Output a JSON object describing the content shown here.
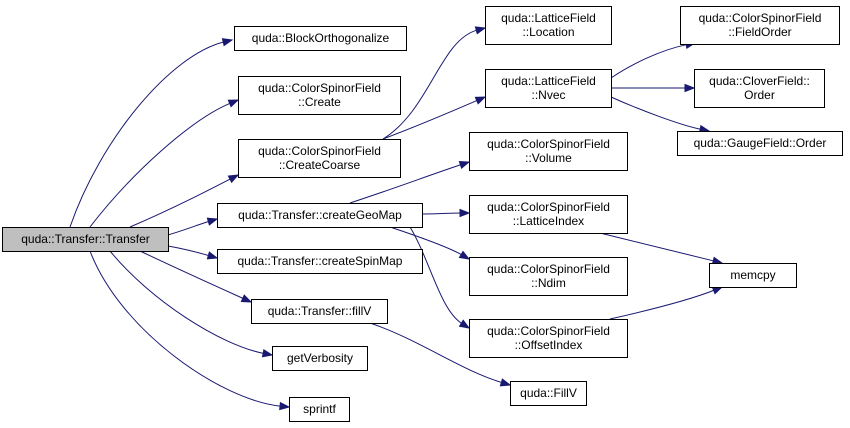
{
  "diagram": {
    "edge_color": "#191970",
    "root_fill": "#bfbfbf",
    "nodes": [
      {
        "id": "transfer",
        "lines": [
          "quda::Transfer::Transfer"
        ],
        "root": true
      },
      {
        "id": "blockortho",
        "lines": [
          "quda::BlockOrthogonalize"
        ]
      },
      {
        "id": "csf_create",
        "lines": [
          "quda::ColorSpinorField",
          "::Create"
        ]
      },
      {
        "id": "csf_createcoarse",
        "lines": [
          "quda::ColorSpinorField",
          "::CreateCoarse"
        ]
      },
      {
        "id": "creategeomap",
        "lines": [
          "quda::Transfer::createGeoMap"
        ]
      },
      {
        "id": "createspinmap",
        "lines": [
          "quda::Transfer::createSpinMap"
        ]
      },
      {
        "id": "fillv",
        "lines": [
          "quda::Transfer::fillV"
        ]
      },
      {
        "id": "getverbosity",
        "lines": [
          "getVerbosity"
        ]
      },
      {
        "id": "sprintf",
        "lines": [
          "sprintf"
        ]
      },
      {
        "id": "lf_location",
        "lines": [
          "quda::LatticeField",
          "::Location"
        ]
      },
      {
        "id": "lf_nvec",
        "lines": [
          "quda::LatticeField",
          "::Nvec"
        ]
      },
      {
        "id": "csf_volume",
        "lines": [
          "quda::ColorSpinorField",
          "::Volume"
        ]
      },
      {
        "id": "csf_latticeindex",
        "lines": [
          "quda::ColorSpinorField",
          "::LatticeIndex"
        ]
      },
      {
        "id": "csf_ndim",
        "lines": [
          "quda::ColorSpinorField",
          "::Ndim"
        ]
      },
      {
        "id": "csf_offsetindex",
        "lines": [
          "quda::ColorSpinorField",
          "::OffsetIndex"
        ]
      },
      {
        "id": "quda_fillv",
        "lines": [
          "quda::FillV"
        ]
      },
      {
        "id": "csf_fieldorder",
        "lines": [
          "quda::ColorSpinorField",
          "::FieldOrder"
        ]
      },
      {
        "id": "clover_order",
        "lines": [
          "quda::CloverField::",
          "Order"
        ]
      },
      {
        "id": "gauge_order",
        "lines": [
          "quda::GaugeField::Order"
        ]
      },
      {
        "id": "memcpy",
        "lines": [
          "memcpy"
        ]
      }
    ],
    "edges": [
      {
        "from": "transfer",
        "to": "blockortho"
      },
      {
        "from": "transfer",
        "to": "csf_create"
      },
      {
        "from": "transfer",
        "to": "csf_createcoarse"
      },
      {
        "from": "transfer",
        "to": "creategeomap"
      },
      {
        "from": "transfer",
        "to": "createspinmap"
      },
      {
        "from": "transfer",
        "to": "fillv"
      },
      {
        "from": "transfer",
        "to": "getverbosity"
      },
      {
        "from": "transfer",
        "to": "sprintf"
      },
      {
        "from": "csf_createcoarse",
        "to": "lf_location"
      },
      {
        "from": "csf_createcoarse",
        "to": "lf_nvec"
      },
      {
        "from": "creategeomap",
        "to": "csf_volume"
      },
      {
        "from": "creategeomap",
        "to": "csf_latticeindex"
      },
      {
        "from": "creategeomap",
        "to": "csf_ndim"
      },
      {
        "from": "creategeomap",
        "to": "csf_offsetindex"
      },
      {
        "from": "fillv",
        "to": "quda_fillv"
      },
      {
        "from": "lf_nvec",
        "to": "csf_fieldorder"
      },
      {
        "from": "lf_nvec",
        "to": "clover_order"
      },
      {
        "from": "lf_nvec",
        "to": "gauge_order"
      },
      {
        "from": "csf_latticeindex",
        "to": "memcpy"
      },
      {
        "from": "csf_offsetindex",
        "to": "memcpy"
      }
    ]
  }
}
